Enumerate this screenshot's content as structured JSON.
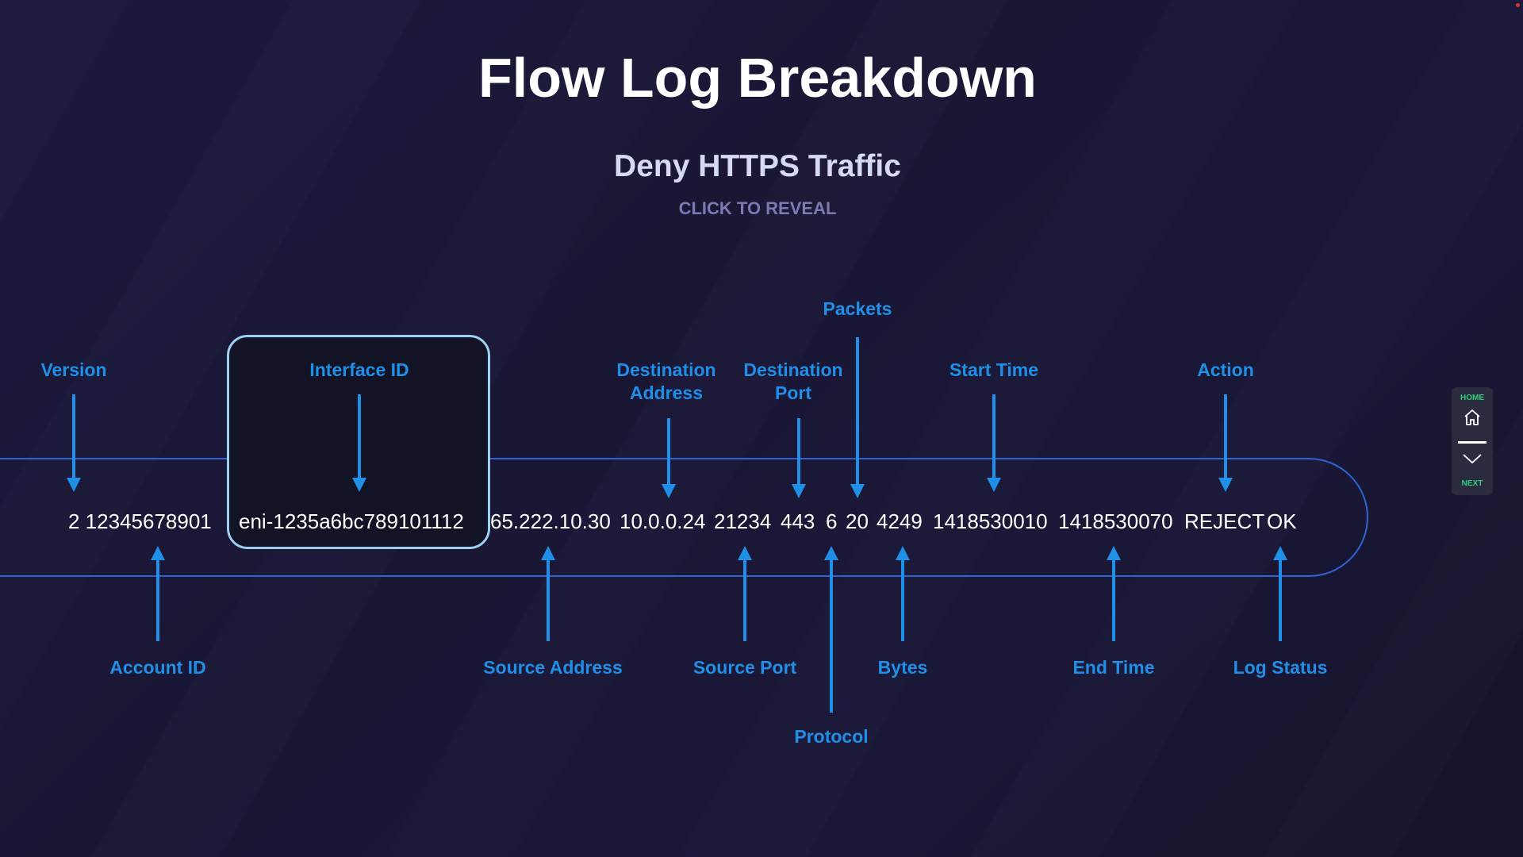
{
  "header": {
    "title": "Flow Log Breakdown",
    "subtitle": "Deny HTTPS Traffic",
    "reveal_label": "CLICK TO REVEAL"
  },
  "log_record": {
    "segments": [
      "2 12345678901",
      "eni-1235a6bc789101112",
      "65.222.10.30",
      "10.0.0.24",
      "21234",
      "443",
      "6",
      "20",
      "4249",
      "1418530010",
      "1418530070",
      "REJECT",
      "OK"
    ]
  },
  "labels": {
    "version": "Version",
    "interface_id": "Interface ID",
    "destination_address": "Destination\nAddress",
    "destination_port": "Destination\nPort",
    "packets": "Packets",
    "start_time": "Start Time",
    "action": "Action",
    "account_id": "Account ID",
    "source_address": "Source Address",
    "source_port": "Source Port",
    "protocol": "Protocol",
    "bytes": "Bytes",
    "end_time": "End Time",
    "log_status": "Log Status"
  },
  "nav": {
    "home_label": "HOME",
    "next_label": "NEXT"
  },
  "colors": {
    "accent": "#1f8fe8",
    "track": "#2f63d6",
    "nav_label": "#2fd07a",
    "highlight_border": "#9cd0f2"
  },
  "icons": [
    "home-icon",
    "chevron-down-icon"
  ]
}
